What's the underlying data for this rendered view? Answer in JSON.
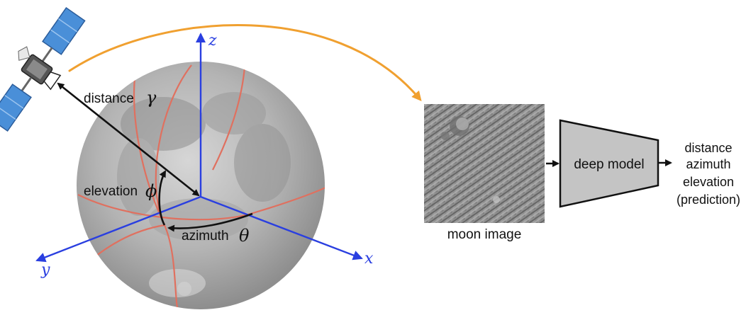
{
  "satellite": {
    "icon": "satellite-icon"
  },
  "labels": {
    "distance": "distance",
    "distance_symbol": "γ",
    "elevation": "elevation",
    "elevation_symbol": "ϕ",
    "azimuth": "azimuth",
    "azimuth_symbol": "θ"
  },
  "axes": {
    "z": "z",
    "y": "y",
    "x": "x"
  },
  "moon_image": {
    "caption": "moon image"
  },
  "model": {
    "label": "deep model"
  },
  "outputs": [
    "distance",
    "azimuth",
    "elevation",
    "(prediction)"
  ],
  "colors": {
    "axis": "#2a3fe0",
    "grid": "#e0705f",
    "curve_arrow": "#f0a030",
    "model_fill": "#c4c4c4",
    "panel_blue": "#4a8fd8"
  }
}
